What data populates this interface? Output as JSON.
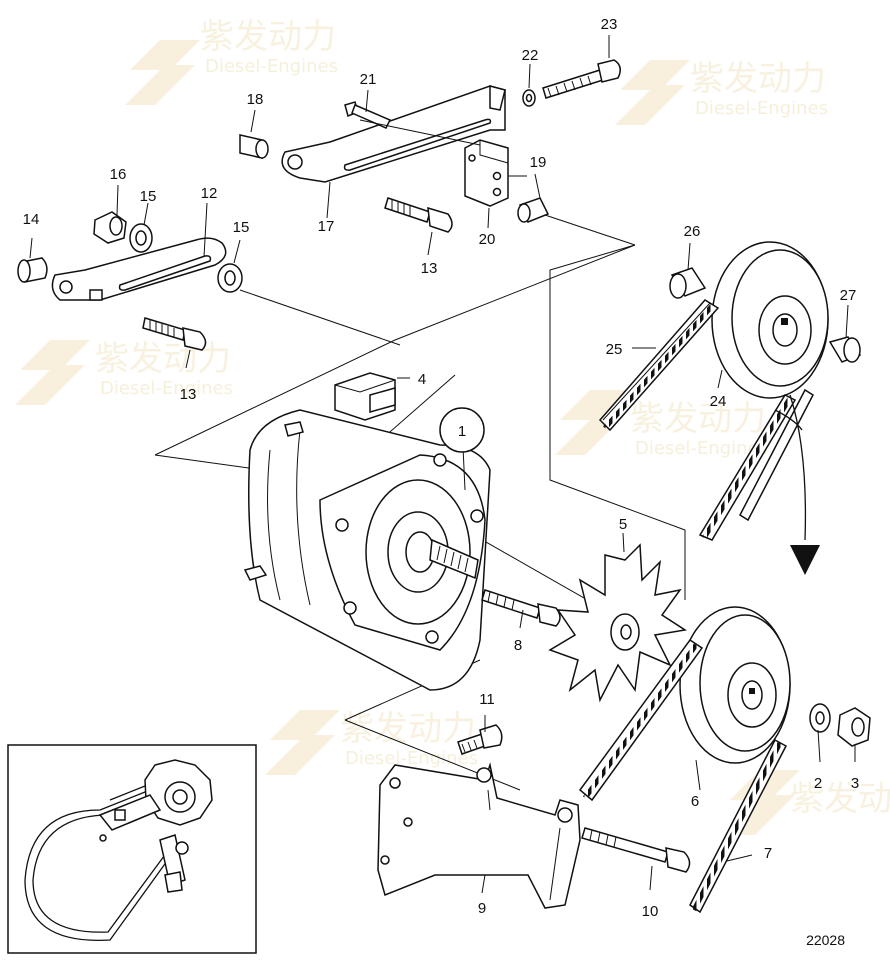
{
  "diagram": {
    "ref_number": "22028",
    "watermark": {
      "brand": "紫发动力",
      "sub": "Diesel-Engines"
    },
    "callouts": [
      {
        "id": "1",
        "label": "1",
        "boxed": true
      },
      {
        "id": "2",
        "label": "2"
      },
      {
        "id": "3",
        "label": "3"
      },
      {
        "id": "4",
        "label": "4"
      },
      {
        "id": "5",
        "label": "5"
      },
      {
        "id": "6",
        "label": "6"
      },
      {
        "id": "7",
        "label": "7"
      },
      {
        "id": "8",
        "label": "8"
      },
      {
        "id": "9",
        "label": "9"
      },
      {
        "id": "10",
        "label": "10"
      },
      {
        "id": "11",
        "label": "11"
      },
      {
        "id": "12",
        "label": "12"
      },
      {
        "id": "13a",
        "label": "13"
      },
      {
        "id": "13b",
        "label": "13"
      },
      {
        "id": "14",
        "label": "14"
      },
      {
        "id": "15a",
        "label": "15"
      },
      {
        "id": "15b",
        "label": "15"
      },
      {
        "id": "16",
        "label": "16"
      },
      {
        "id": "17",
        "label": "17"
      },
      {
        "id": "18",
        "label": "18"
      },
      {
        "id": "19",
        "label": "19"
      },
      {
        "id": "20",
        "label": "20"
      },
      {
        "id": "21",
        "label": "21"
      },
      {
        "id": "22",
        "label": "22"
      },
      {
        "id": "23",
        "label": "23"
      },
      {
        "id": "24",
        "label": "24"
      },
      {
        "id": "25",
        "label": "25"
      },
      {
        "id": "26",
        "label": "26"
      },
      {
        "id": "27",
        "label": "27"
      }
    ]
  }
}
